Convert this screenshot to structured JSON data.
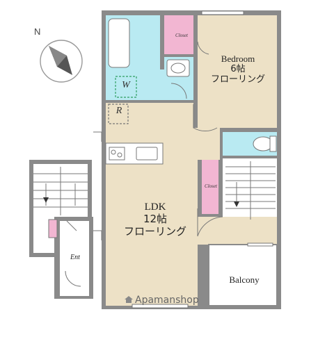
{
  "compass": {
    "north_label": "N"
  },
  "rooms": {
    "bedroom": {
      "name": "Bedroom",
      "size": "6帖",
      "floor": "フローリング"
    },
    "ldk": {
      "name": "LDK",
      "size": "12帖",
      "floor": "フローリング"
    },
    "balcony": {
      "name": "Balcony"
    },
    "entrance": {
      "name": "Ent"
    }
  },
  "closets": {
    "top": "Closet",
    "middle": "Closet"
  },
  "fixtures": {
    "washer": "W",
    "fridge": "R"
  },
  "watermark": {
    "text": "Apamanshop"
  },
  "colors": {
    "wall": "#8a8a8a",
    "floor": "#ede1c6",
    "wet_area": "#b9eaf2",
    "closet": "#f2b6d2",
    "stairs": "#ffffff"
  }
}
